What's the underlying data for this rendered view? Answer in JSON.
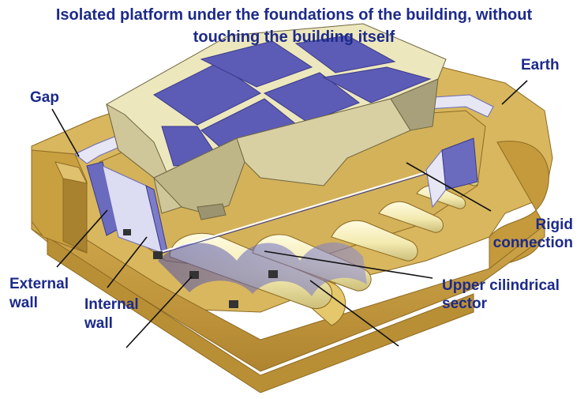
{
  "title": {
    "line1": "Isolated platform under the foundations of the building, without",
    "line2": "touching the building itself"
  },
  "labels": {
    "earth": "Earth",
    "gap": "Gap",
    "rigid_connection_1": "Rigid",
    "rigid_connection_2": "connection",
    "external_wall_1": "External",
    "external_wall_2": "wall",
    "internal_wall_1": "Internal",
    "internal_wall_2": "wall",
    "upper_sector_1": "Upper cilindrical",
    "upper_sector_2": "sector"
  },
  "colors": {
    "text": "#1c2a8a",
    "earth_top": "#d6b35b",
    "earth_side": "#c49a3c",
    "earth_dark": "#9b7628",
    "shadow_blue": "#5a5ab0",
    "pale_blue": "#b7b9e8",
    "building_light": "#e4dfb8",
    "building_mid": "#cfc79a",
    "building_dark": "#a7a07a",
    "cavity_blue": "#6c6cc2",
    "cylinder_light": "#fbf7d3",
    "connector": "#333333"
  }
}
